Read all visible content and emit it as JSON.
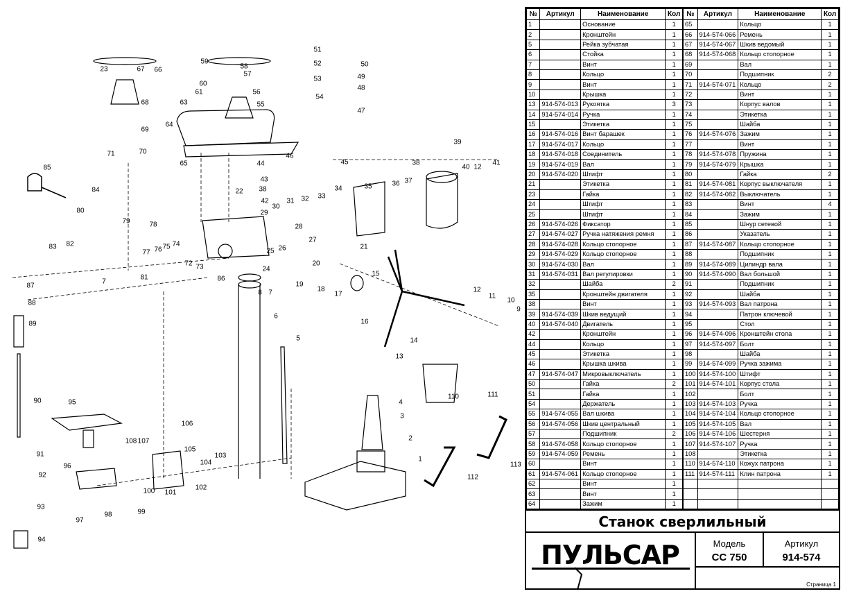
{
  "document": {
    "title": "Станок сверлильный",
    "brand": "ПУЛЬСАР",
    "model_label": "Модель",
    "model_value": "СС 750",
    "article_label": "Артикул",
    "article_value": "914-574",
    "page": "Страница 1"
  },
  "table": {
    "headers": [
      "№",
      "Артикул",
      "Наименование",
      "Кол"
    ],
    "left": [
      [
        "1",
        "",
        "Основание",
        "1"
      ],
      [
        "2",
        "",
        "Кронштейн",
        "1"
      ],
      [
        "5",
        "",
        "Рейка зубчатая",
        "1"
      ],
      [
        "6",
        "",
        "Стойка",
        "1"
      ],
      [
        "7",
        "",
        "Винт",
        "1"
      ],
      [
        "8",
        "",
        "Кольцо",
        "1"
      ],
      [
        "9",
        "",
        "Винт",
        "1"
      ],
      [
        "10",
        "",
        "Крышка",
        "1"
      ],
      [
        "13",
        "914-574-013",
        "Рукоятка",
        "3"
      ],
      [
        "14",
        "914-574-014",
        "Ручка",
        "1"
      ],
      [
        "15",
        "",
        "Этикетка",
        "1"
      ],
      [
        "16",
        "914-574-016",
        "Винт барашек",
        "1"
      ],
      [
        "17",
        "914-574-017",
        "Кольцо",
        "1"
      ],
      [
        "18",
        "914-574-018",
        "Соединитель",
        "1"
      ],
      [
        "19",
        "914-574-019",
        "Вал",
        "1"
      ],
      [
        "20",
        "914-574-020",
        "Штифт",
        "1"
      ],
      [
        "21",
        "",
        "Этикетка",
        "1"
      ],
      [
        "23",
        "",
        "Гайка",
        "1"
      ],
      [
        "24",
        "",
        "Штифт",
        "1"
      ],
      [
        "25",
        "",
        "Штифт",
        "1"
      ],
      [
        "26",
        "914-574-026",
        "Фиксатор",
        "1"
      ],
      [
        "27",
        "914-574-027",
        "Ручка натяжения ремня",
        "1"
      ],
      [
        "28",
        "914-574-028",
        "Кольцо стопорное",
        "1"
      ],
      [
        "29",
        "914-574-029",
        "Кольцо стопорное",
        "1"
      ],
      [
        "30",
        "914-574-030",
        "Вал",
        "1"
      ],
      [
        "31",
        "914-574-031",
        "Вал регулировки",
        "1"
      ],
      [
        "32",
        "",
        "Шайба",
        "2"
      ],
      [
        "35",
        "",
        "Кронштейн двигателя",
        "1"
      ],
      [
        "38",
        "",
        "Винт",
        "1"
      ],
      [
        "39",
        "914-574-039",
        "Шкив ведущий",
        "1"
      ],
      [
        "40",
        "914-574-040",
        "Двигатель",
        "1"
      ],
      [
        "42",
        "",
        "Кронштейн",
        "1"
      ],
      [
        "44",
        "",
        "Кольцо",
        "1"
      ],
      [
        "45",
        "",
        "Этикетка",
        "1"
      ],
      [
        "46",
        "",
        "Крышка шкива",
        "1"
      ],
      [
        "47",
        "914-574-047",
        "Микровыключатель",
        "1"
      ],
      [
        "50",
        "",
        "Гайка",
        "2"
      ],
      [
        "51",
        "",
        "Гайка",
        "1"
      ],
      [
        "54",
        "",
        "Держатель",
        "1"
      ],
      [
        "55",
        "914-574-055",
        "Вал шкива",
        "1"
      ],
      [
        "56",
        "914-574-056",
        "Шкив центральный",
        "1"
      ],
      [
        "57",
        "",
        "Подшипник",
        "2"
      ],
      [
        "58",
        "914-574-058",
        "Кольцо стопорное",
        "1"
      ],
      [
        "59",
        "914-574-059",
        "Ремень",
        "1"
      ],
      [
        "60",
        "",
        "Винт",
        "1"
      ],
      [
        "61",
        "914-574-061",
        "Кольцо стопорное",
        "1"
      ],
      [
        "62",
        "",
        "Винт",
        "1"
      ],
      [
        "63",
        "",
        "Винт",
        "1"
      ],
      [
        "64",
        "",
        "Зажим",
        "1"
      ]
    ],
    "right": [
      [
        "65",
        "",
        "Кольцо",
        "1"
      ],
      [
        "66",
        "914-574-066",
        "Ремень",
        "1"
      ],
      [
        "67",
        "914-574-067",
        "Шкив ведомый",
        "1"
      ],
      [
        "68",
        "914-574-068",
        "Кольцо стопорное",
        "1"
      ],
      [
        "69",
        "",
        "Вал",
        "1"
      ],
      [
        "70",
        "",
        "Подшипник",
        "2"
      ],
      [
        "71",
        "914-574-071",
        "Кольцо",
        "2"
      ],
      [
        "72",
        "",
        "Винт",
        "1"
      ],
      [
        "73",
        "",
        "Корпус валов",
        "1"
      ],
      [
        "74",
        "",
        "Этикетка",
        "1"
      ],
      [
        "75",
        "",
        "Шайба",
        "1"
      ],
      [
        "76",
        "914-574-076",
        "Зажим",
        "1"
      ],
      [
        "77",
        "",
        "Винт",
        "1"
      ],
      [
        "78",
        "914-574-078",
        "Пружина",
        "1"
      ],
      [
        "79",
        "914-574-079",
        "Крышка",
        "1"
      ],
      [
        "80",
        "",
        "Гайка",
        "2"
      ],
      [
        "81",
        "914-574-081",
        "Корпус выключателя",
        "1"
      ],
      [
        "82",
        "914-574-082",
        "Выключатель",
        "1"
      ],
      [
        "83",
        "",
        "Винт",
        "4"
      ],
      [
        "84",
        "",
        "Зажим",
        "1"
      ],
      [
        "85",
        "",
        "Шнур сетевой",
        "1"
      ],
      [
        "86",
        "",
        "Указатель",
        "1"
      ],
      [
        "87",
        "914-574-087",
        "Кольцо стопорное",
        "1"
      ],
      [
        "88",
        "",
        "Подшипник",
        "1"
      ],
      [
        "89",
        "914-574-089",
        "Цилиндр вала",
        "1"
      ],
      [
        "90",
        "914-574-090",
        "Вал большой",
        "1"
      ],
      [
        "91",
        "",
        "Подшипник",
        "1"
      ],
      [
        "92",
        "",
        "Шайба",
        "1"
      ],
      [
        "93",
        "914-574-093",
        "Вал патрона",
        "1"
      ],
      [
        "94",
        "",
        "Патрон ключевой",
        "1"
      ],
      [
        "95",
        "",
        "Стол",
        "1"
      ],
      [
        "96",
        "914-574-096",
        "Кронштейн стола",
        "1"
      ],
      [
        "97",
        "914-574-097",
        "Болт",
        "1"
      ],
      [
        "98",
        "",
        "Шайба",
        "1"
      ],
      [
        "99",
        "914-574-099",
        "Ручка зажима",
        "1"
      ],
      [
        "100",
        "914-574-100",
        "Штифт",
        "1"
      ],
      [
        "101",
        "914-574-101",
        "Корпус стола",
        "1"
      ],
      [
        "102",
        "",
        "Болт",
        "1"
      ],
      [
        "103",
        "914-574-103",
        "Ручка",
        "1"
      ],
      [
        "104",
        "914-574-104",
        "Кольцо стопорное",
        "1"
      ],
      [
        "105",
        "914-574-105",
        "Вал",
        "1"
      ],
      [
        "106",
        "914-574-106",
        "Шестерня",
        "1"
      ],
      [
        "107",
        "914-574-107",
        "Ручка",
        "1"
      ],
      [
        "108",
        "",
        "Этикетка",
        "1"
      ],
      [
        "110",
        "914-574-110",
        "Кожух патрона",
        "1"
      ],
      [
        "111",
        "914-574-111",
        "Клин патрона",
        "1"
      ],
      [
        "",
        "",
        "",
        ""
      ],
      [
        "",
        "",
        "",
        ""
      ],
      [
        "",
        "",
        "",
        ""
      ]
    ]
  },
  "diagram": {
    "callouts": [
      "66",
      "23",
      "67",
      "68",
      "69",
      "70",
      "71",
      "85",
      "84",
      "80",
      "79",
      "78",
      "77",
      "76",
      "75",
      "74",
      "83",
      "82",
      "81",
      "7",
      "72",
      "73",
      "86",
      "59",
      "58",
      "57",
      "56",
      "55",
      "60",
      "61",
      "63",
      "64",
      "65",
      "46",
      "44",
      "43",
      "38",
      "22",
      "42",
      "30",
      "31",
      "32",
      "33",
      "34",
      "35",
      "36",
      "37",
      "29",
      "28",
      "26",
      "25",
      "27",
      "24",
      "20",
      "19",
      "18",
      "21",
      "15",
      "17",
      "16",
      "8",
      "7",
      "6",
      "5",
      "14",
      "13",
      "12",
      "11",
      "10",
      "9",
      "51",
      "52",
      "53",
      "54",
      "50",
      "49",
      "48",
      "47",
      "45",
      "39",
      "38",
      "40",
      "12",
      "41",
      "4",
      "3",
      "2",
      "1",
      "110",
      "111",
      "112",
      "113",
      "87",
      "88",
      "89",
      "90",
      "91",
      "92",
      "93",
      "94",
      "95",
      "106",
      "108",
      "107",
      "105",
      "104",
      "103",
      "102",
      "96",
      "100",
      "101",
      "99",
      "98",
      "97"
    ]
  }
}
